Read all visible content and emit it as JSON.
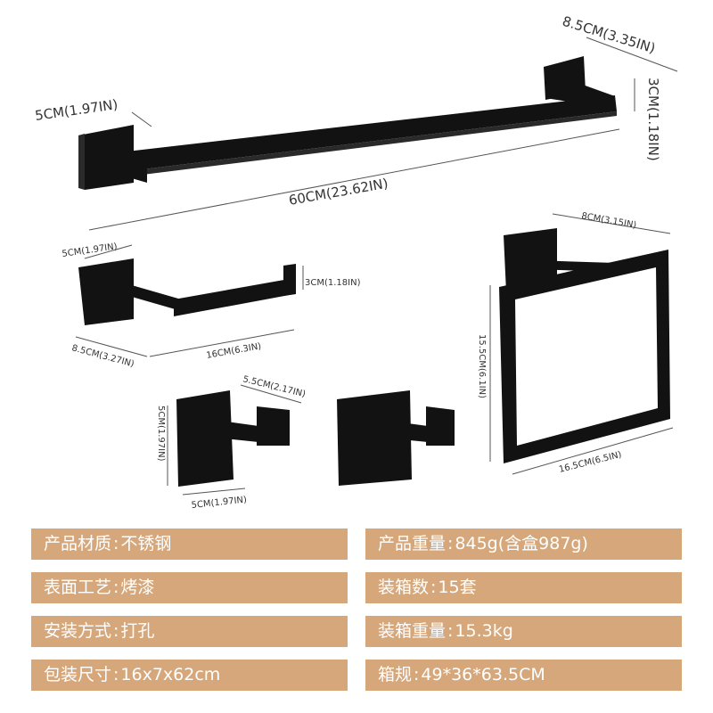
{
  "dimensions": {
    "towel_bar": {
      "base": "5CM(1.97IN)",
      "length": "60CM(23.62IN)",
      "depth": "8.5CM(3.35IN)",
      "height": "3CM(1.18IN)"
    },
    "paper_holder": {
      "base": "5CM(1.97IN)",
      "height": "3CM(1.18IN)",
      "depth": "8.5CM(3.27IN)",
      "length": "16CM(6.3IN)"
    },
    "towel_ring": {
      "depth": "8CM(3.15IN)",
      "height": "15.5CM(6.1IN)",
      "width": "16.5CM(6.5IN)"
    },
    "robe_hook": {
      "depth": "5.5CM(2.17IN)",
      "height": "5CM(1.97IN)",
      "width": "5CM(1.97IN)"
    }
  },
  "specs": {
    "material": {
      "label": "产品材质",
      "value": "不锈钢"
    },
    "weight": {
      "label": "产品重量",
      "value": "845g(含盒987g)"
    },
    "surface": {
      "label": "表面工艺",
      "value": "烤漆"
    },
    "box_qty": {
      "label": "装箱数",
      "value": "15套"
    },
    "install": {
      "label": "安装方式",
      "value": "打孔"
    },
    "box_weight": {
      "label": "装箱重量",
      "value": "15.3kg"
    },
    "pack_size": {
      "label": "包装尺寸",
      "value": "16x7x62cm"
    },
    "carton": {
      "label": "箱规",
      "value": "49*36*63.5CM"
    }
  },
  "colors": {
    "bar_bg": "#d5a77a",
    "bar_text": "#ffffff",
    "product": "#121212"
  }
}
